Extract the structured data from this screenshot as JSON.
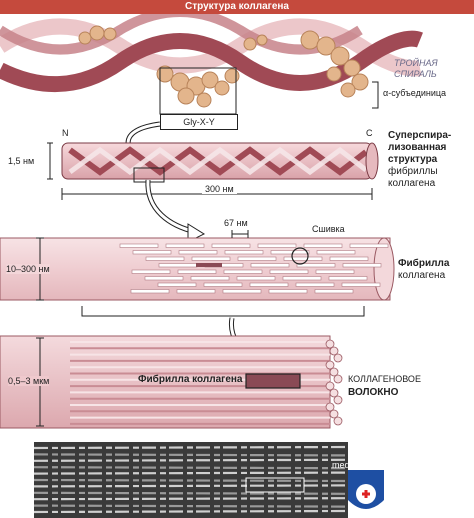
{
  "title": "Структура коллагена",
  "triple_helix": {
    "label_line1": "ТРОЙНАЯ",
    "label_line2": "СПИРАЛЬ",
    "subunit_label": "α-субъединица",
    "motif_label": "Gly-X-Y"
  },
  "supercoil": {
    "n_label": "N",
    "c_label": "C",
    "diameter_label": "1,5 нм",
    "length_label": "300 нм",
    "caption_line1": "Суперспира-",
    "caption_line2": "лизованная",
    "caption_line3": "структура",
    "caption_line4": "фибриллы",
    "caption_line5": "коллагена"
  },
  "fibril": {
    "period_label": "67 нм",
    "crosslink_label": "Сшивка",
    "diameter_label": "10–300 нм",
    "caption_line1": "Фибрилла",
    "caption_line2": "коллагена"
  },
  "fiber": {
    "diameter_label": "0,5–3 мкм",
    "fibril_label": "Фибрилла коллагена",
    "caption_line1": "КОЛЛАГЕНОВОЕ",
    "caption_line2": "ВОЛОКНО"
  },
  "watermark": "meduniver.com",
  "colors": {
    "header": "#c54a3d",
    "strand_dark": "#a04a55",
    "strand_light": "#e8c3c6",
    "bead": "#e3b58c",
    "fibril_body": "#f2d3d6",
    "micrograph": "#3a3a3a"
  }
}
